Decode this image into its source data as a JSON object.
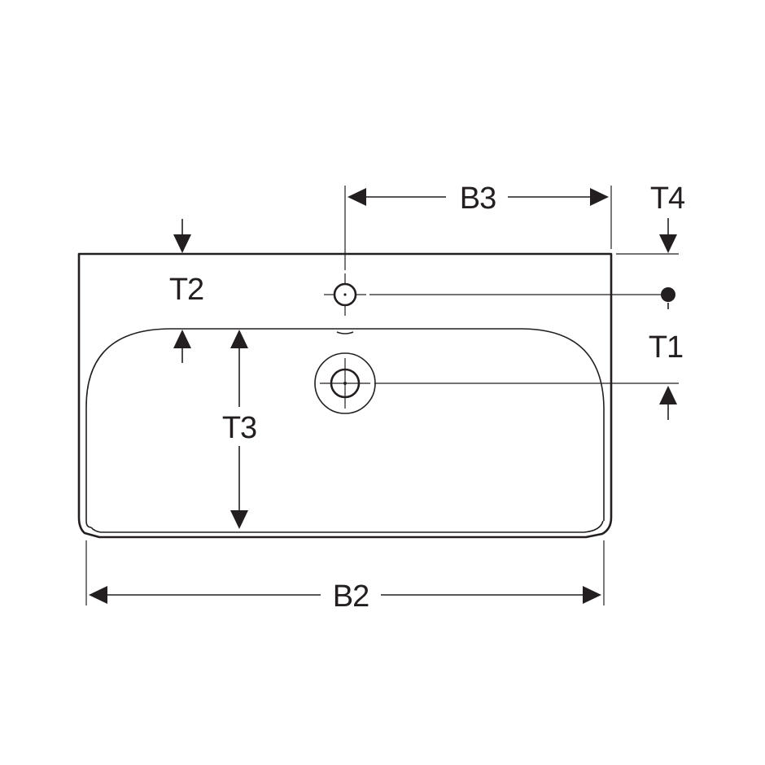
{
  "dimensions": {
    "t4": "T4",
    "t2": "T2",
    "t1": "T1",
    "t3": "T3",
    "b3": "B3",
    "b2": "B2"
  },
  "colors": {
    "line": "#231f20",
    "background": "#ffffff"
  }
}
